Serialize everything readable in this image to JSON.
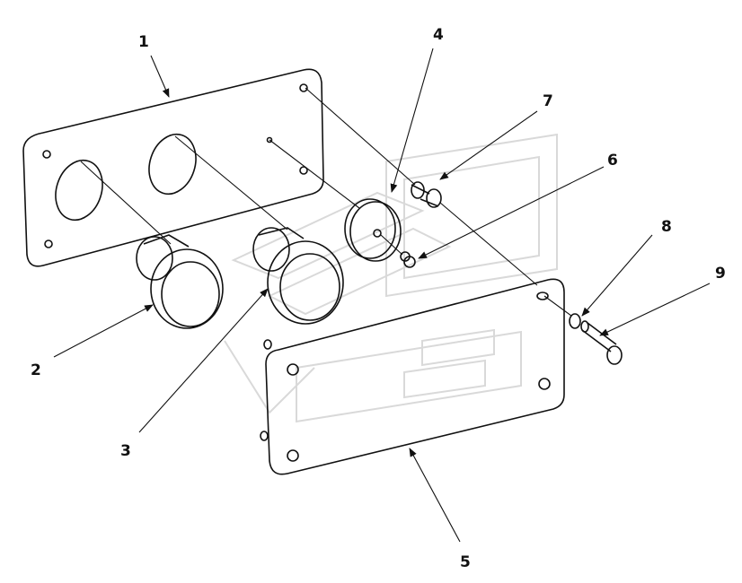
{
  "callouts": {
    "c1": "1",
    "c2": "2",
    "c3": "3",
    "c4": "4",
    "c5": "5",
    "c6": "6",
    "c7": "7",
    "c8": "8",
    "c9": "9"
  },
  "colors": {
    "line": "#111111",
    "watermark": "#d9d9d9",
    "background": "#ffffff"
  }
}
